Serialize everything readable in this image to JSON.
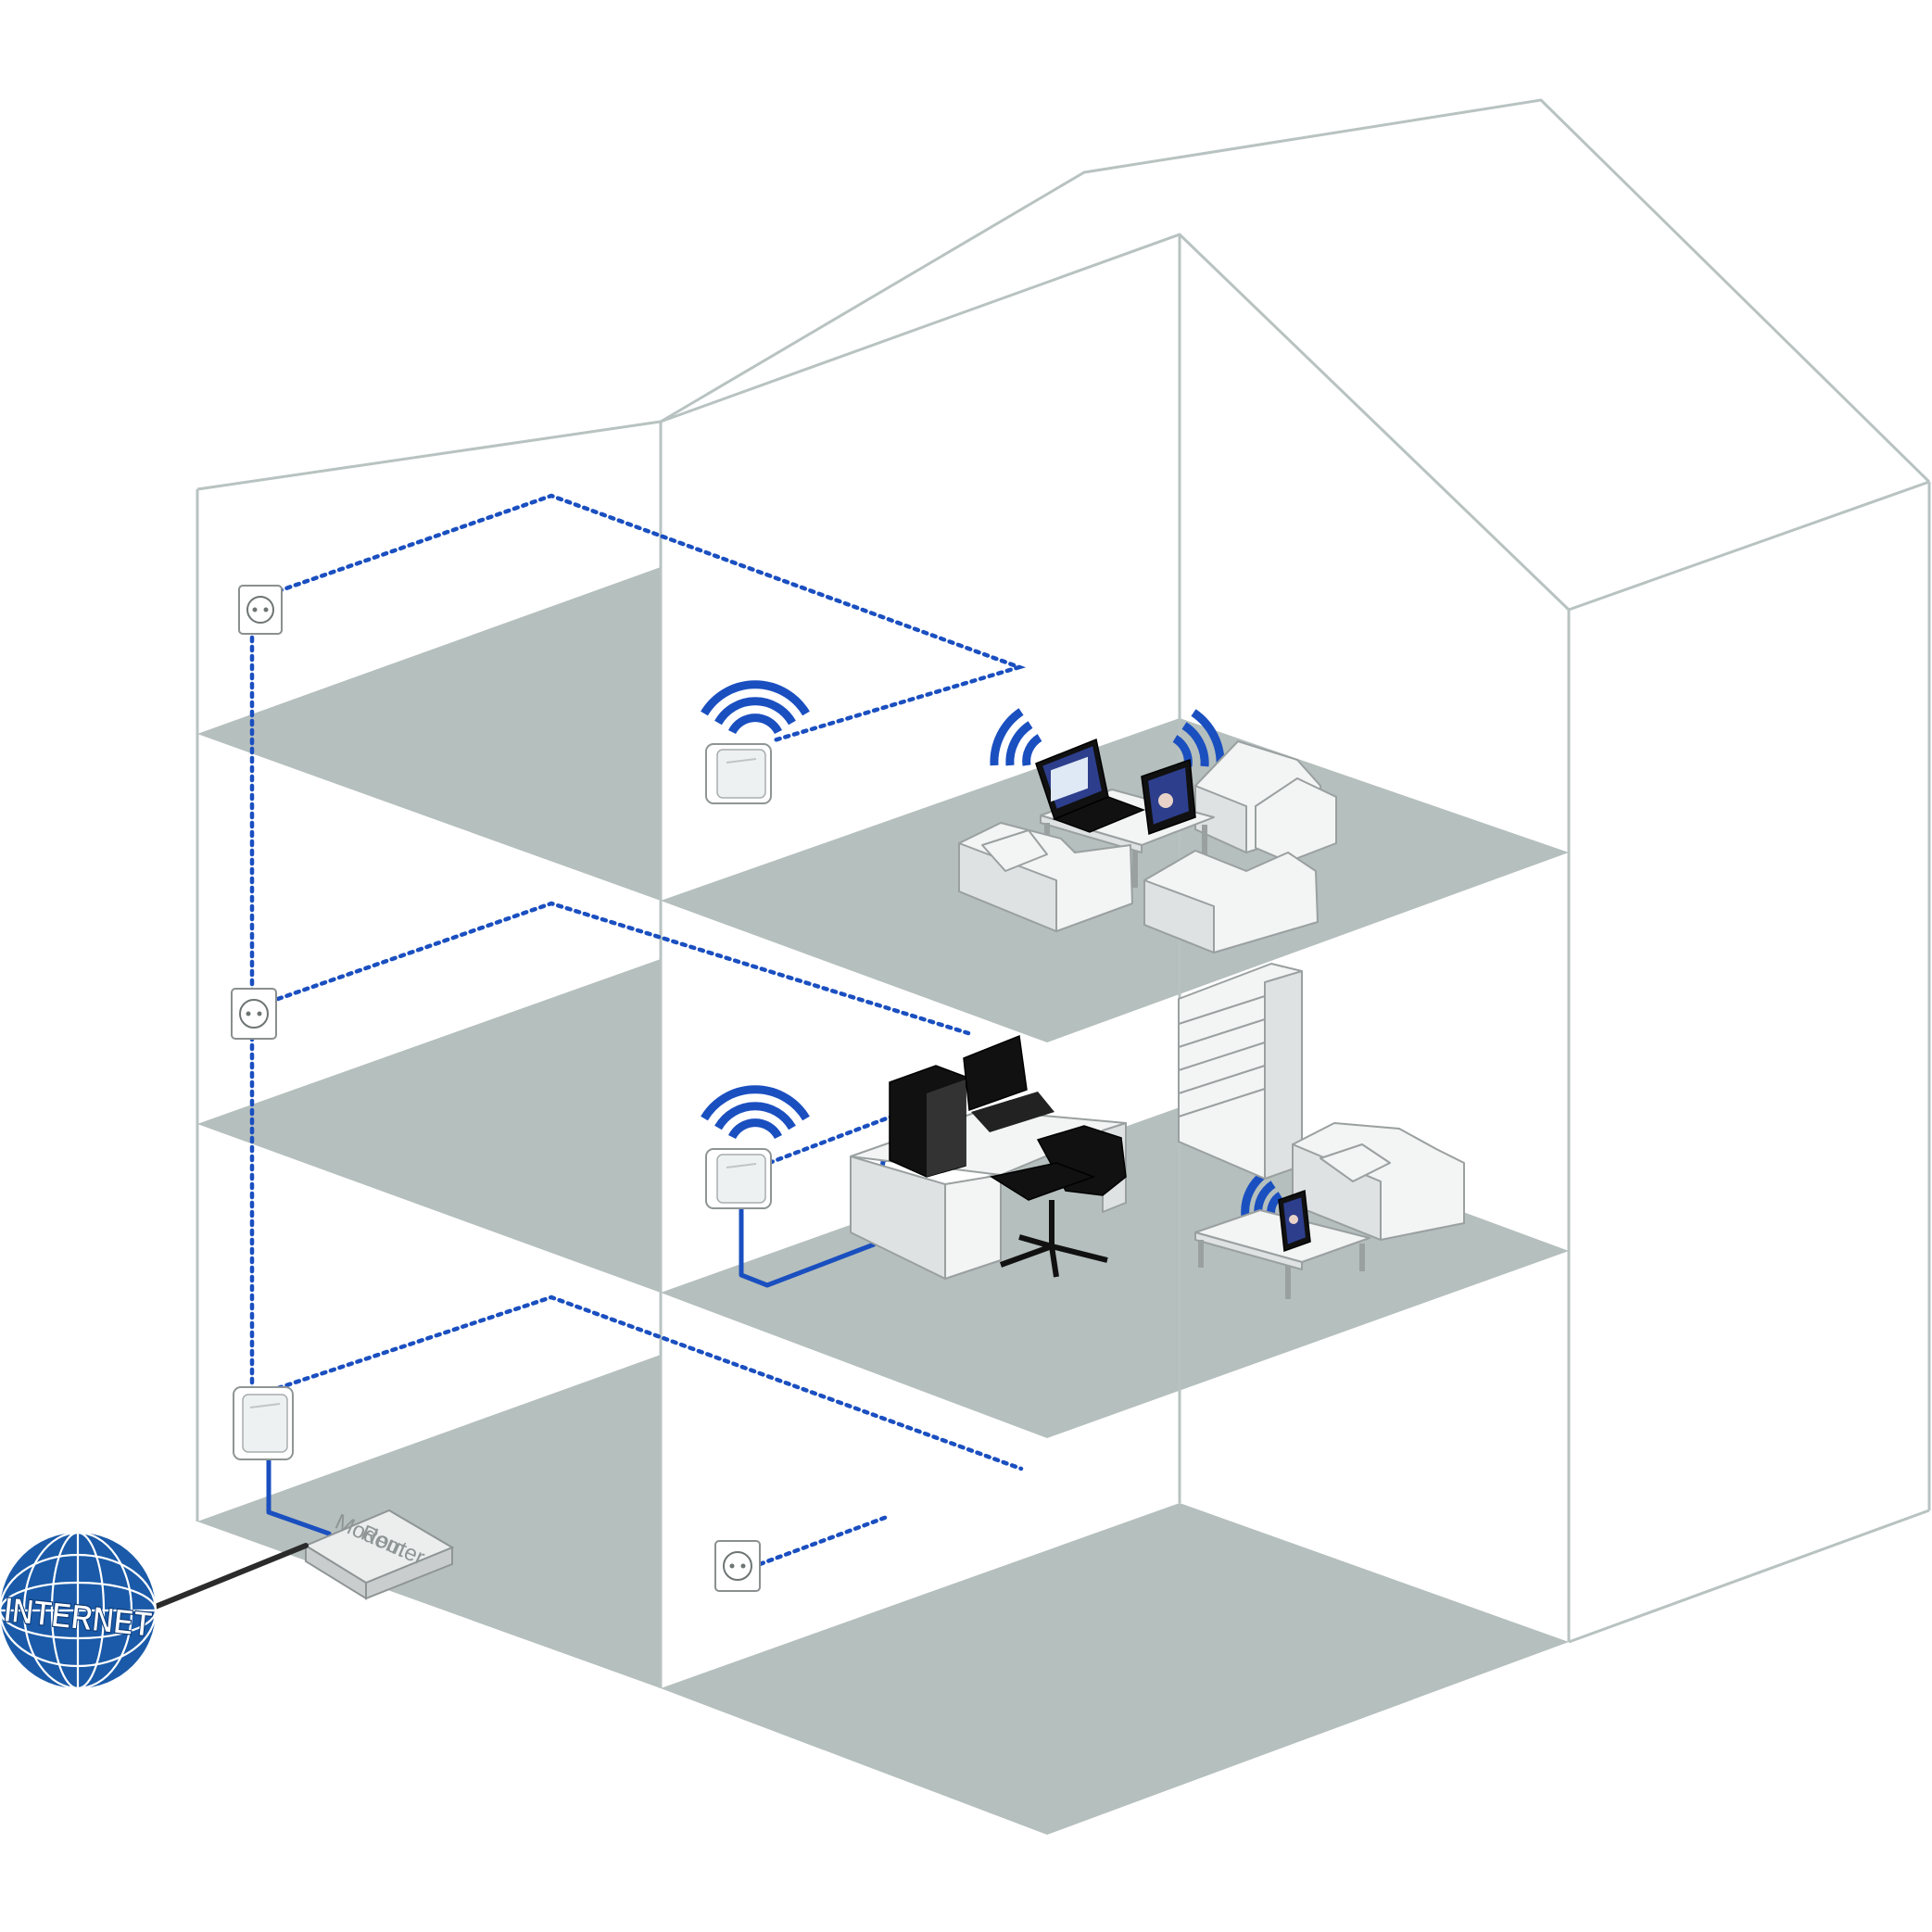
{
  "labels": {
    "modem_router_line1": "Modem",
    "modem_router_line2": "Router",
    "internet": "INTERNET"
  },
  "colors": {
    "network_blue": "#1a4fc0",
    "floor_gray": "#b5bfbd",
    "wall_line": "#b8c3c1",
    "globe_blue": "#1a5aa8"
  },
  "icons": {
    "wall_socket": "wall-socket-icon",
    "powerline_adapter": "powerline-adapter-icon",
    "wifi_signal": "wifi-signal-icon",
    "globe": "globe-icon"
  }
}
